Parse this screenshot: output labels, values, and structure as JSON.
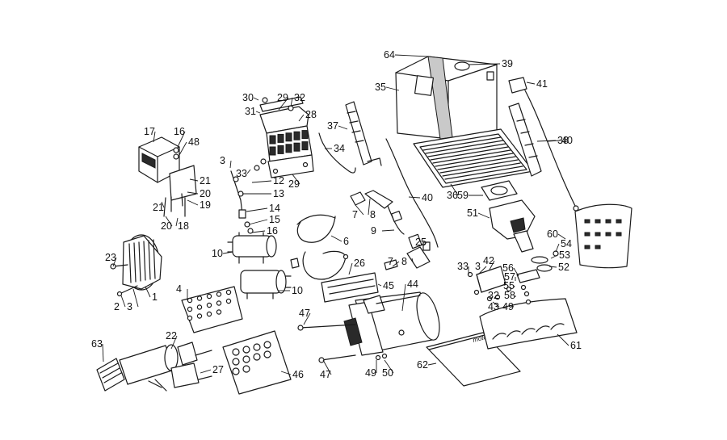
{
  "diagram": {
    "background": "#ffffff",
    "ink": "#1a1a1a",
    "callouts": [
      "1",
      "2",
      "3",
      "4",
      "6",
      "7",
      "8",
      "9",
      "10",
      "12",
      "13",
      "14",
      "15",
      "16",
      "17",
      "18",
      "19",
      "20",
      "21",
      "22",
      "23",
      "25",
      "26",
      "27",
      "28",
      "29",
      "30",
      "31",
      "32",
      "33",
      "34",
      "35",
      "36",
      "37",
      "38",
      "39",
      "40",
      "41",
      "42",
      "43",
      "44",
      "45",
      "46",
      "47",
      "48",
      "49",
      "50",
      "51",
      "52",
      "53",
      "54",
      "55",
      "56",
      "57",
      "58",
      "59",
      "60",
      "61",
      "62",
      "63",
      "64"
    ],
    "booklet_label": "moto guzzi"
  }
}
